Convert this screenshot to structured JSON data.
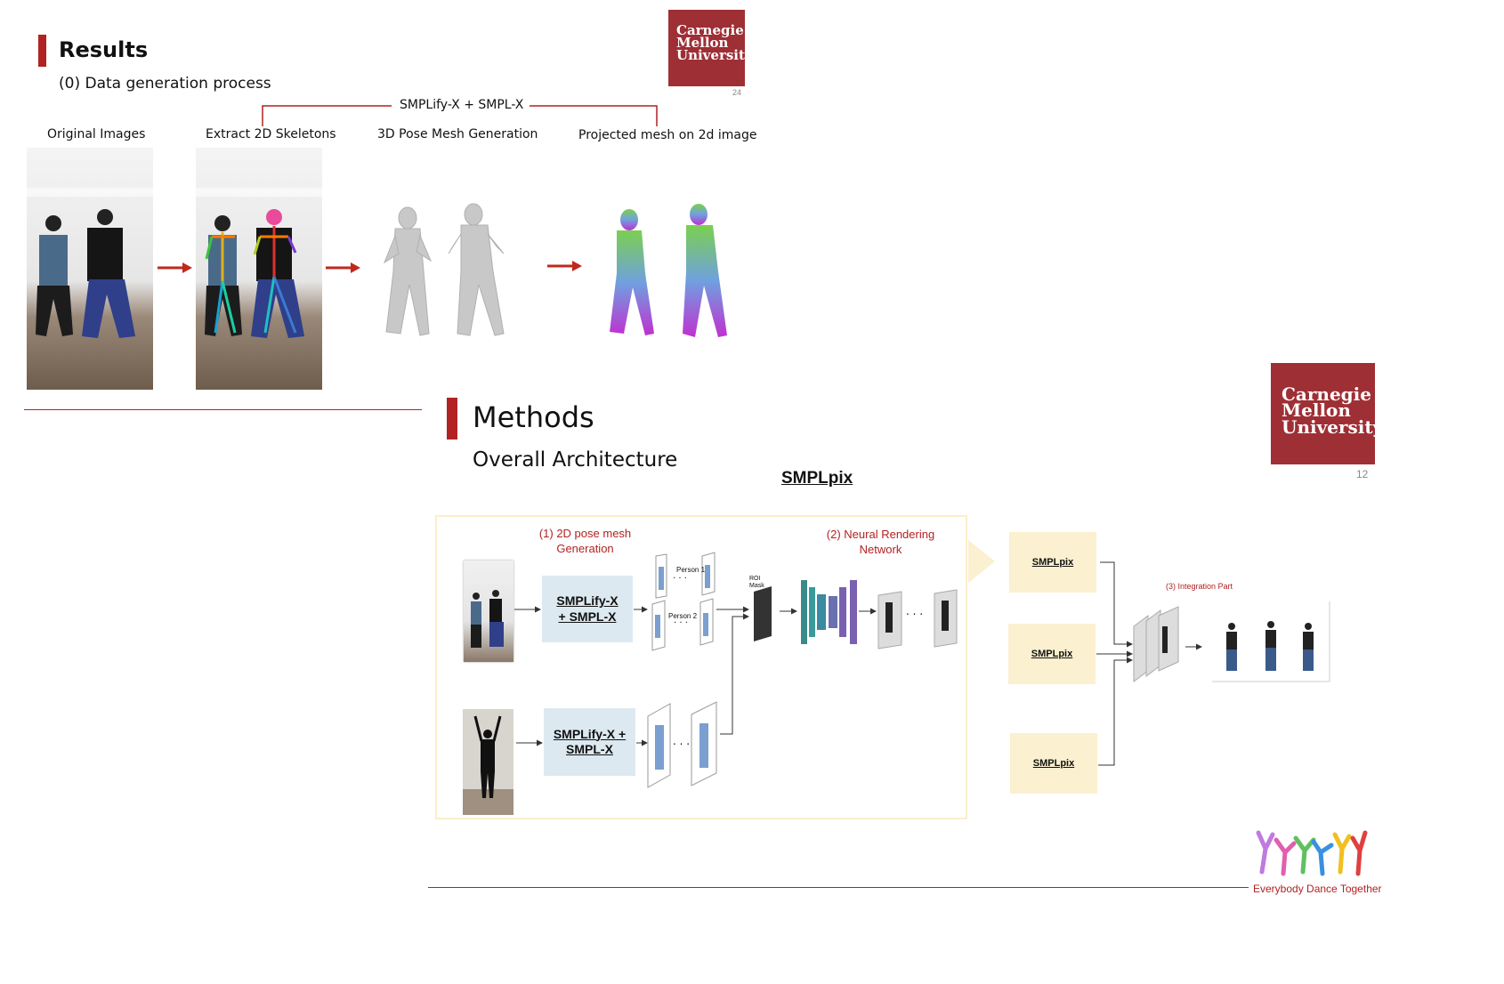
{
  "results": {
    "title": "Results",
    "subtitle": "(0) Data generation process",
    "bracket_label": "SMPLify-X + SMPL-X",
    "page_number": "24",
    "steps": [
      "Original Images",
      "Extract 2D Skeletons",
      "3D Pose Mesh Generation",
      "Projected mesh on 2d image"
    ]
  },
  "methods": {
    "title": "Methods",
    "subtitle": "Overall Architecture",
    "page_number": "12",
    "smplpix_header": "SMPLpix",
    "section1_label": "(1) 2D pose mesh\nGeneration",
    "section2_label": "(2) Neural Rendering\nNetwork",
    "section3_label": "(3) Integration Part",
    "smplify_box_top": "SMPLify-X\n+ SMPL-X",
    "smplify_box_bottom": "SMPLify-X +\nSMPL-X",
    "person1": "Person 1",
    "person2": "Person 2",
    "roi_mask": "ROI\nMask",
    "dots": ". . .",
    "smplpix_boxes": [
      "SMPLpix",
      "SMPLpix",
      "SMPLpix"
    ],
    "footer_logo_text": "Everybody Dance Together"
  },
  "logo": {
    "line1": "Carnegie",
    "line2": "Mellon",
    "line3": "University"
  },
  "colors": {
    "accent": "#b22222",
    "cmu": "#9e2f35",
    "blue_box": "#dde9f0",
    "yellow_box": "#fbf0cf"
  }
}
